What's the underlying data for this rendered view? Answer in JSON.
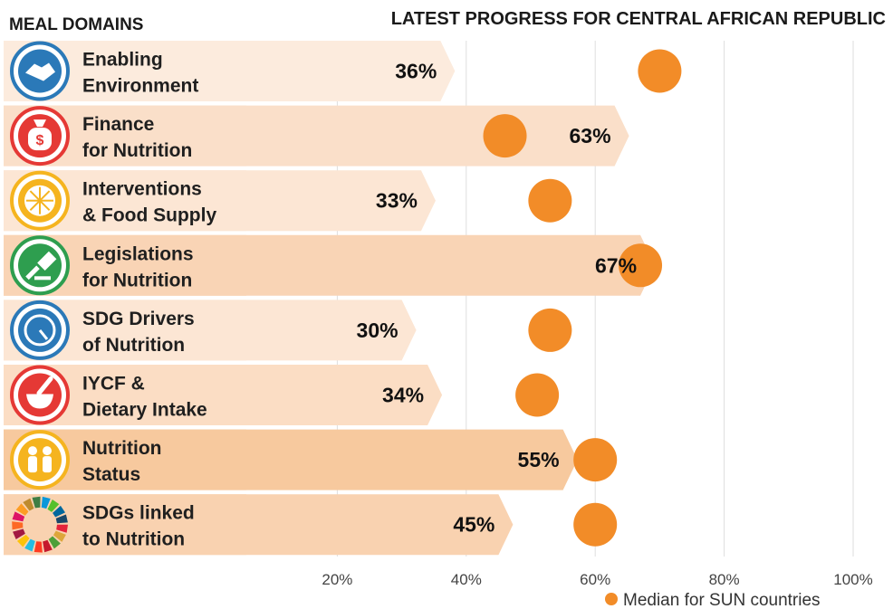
{
  "header": {
    "left_title": "MEAL DOMAINS",
    "right_title": "LATEST PROGRESS FOR CENTRAL AFRICAN REPUBLIC"
  },
  "legend": {
    "label": "Median for SUN countries",
    "marker_color": "#F28C28"
  },
  "colors": {
    "dot": "#F28C28",
    "arrow_shades": [
      "#FCEBDD",
      "#FADFC9",
      "#FCE6D4",
      "#F9D4B5",
      "#FCE6D4",
      "#FBDDC4",
      "#F7C99E",
      "#F9D2B0"
    ],
    "icon_rings": [
      "#2B79B8",
      "#E53935",
      "#F5B41F",
      "#2E9E4F",
      "#2B79B8",
      "#E53935",
      "#F5B41F",
      "#E07A2A"
    ]
  },
  "chart_data": {
    "type": "bar",
    "orientation": "horizontal",
    "title": "LATEST PROGRESS FOR CENTRAL AFRICAN REPUBLIC",
    "xlim": [
      0,
      100
    ],
    "xticks": [
      "20%",
      "40%",
      "60%",
      "80%",
      "100%"
    ],
    "xtick_values": [
      20,
      40,
      60,
      80,
      100
    ],
    "grid": true,
    "legend_position": "bottom-right",
    "categories": [
      {
        "line1": "Enabling",
        "line2": "Environment",
        "icon": "handshake-icon",
        "value": 36,
        "label": "36%",
        "median": 70
      },
      {
        "line1": "Finance",
        "line2": "for Nutrition",
        "icon": "money-bag-icon",
        "value": 63,
        "label": "63%",
        "median": 46
      },
      {
        "line1": "Interventions",
        "line2": "& Food Supply",
        "icon": "citrus-slice-icon",
        "value": 33,
        "label": "33%",
        "median": 53
      },
      {
        "line1": "Legislations",
        "line2": "for Nutrition",
        "icon": "gavel-icon",
        "value": 67,
        "label": "67%",
        "median": 67
      },
      {
        "line1": "SDG Drivers",
        "line2": "of Nutrition",
        "icon": "speedometer-icon",
        "value": 30,
        "label": "30%",
        "median": 53
      },
      {
        "line1": "IYCF &",
        "line2": "Dietary Intake",
        "icon": "mortar-pestle-icon",
        "value": 34,
        "label": "34%",
        "median": 51
      },
      {
        "line1": "Nutrition",
        "line2": "Status",
        "icon": "children-icon",
        "value": 55,
        "label": "55%",
        "median": 60
      },
      {
        "line1": "SDGs linked",
        "line2": "to Nutrition",
        "icon": "sdg-wheel-icon",
        "value": 45,
        "label": "45%",
        "median": 60
      }
    ]
  }
}
